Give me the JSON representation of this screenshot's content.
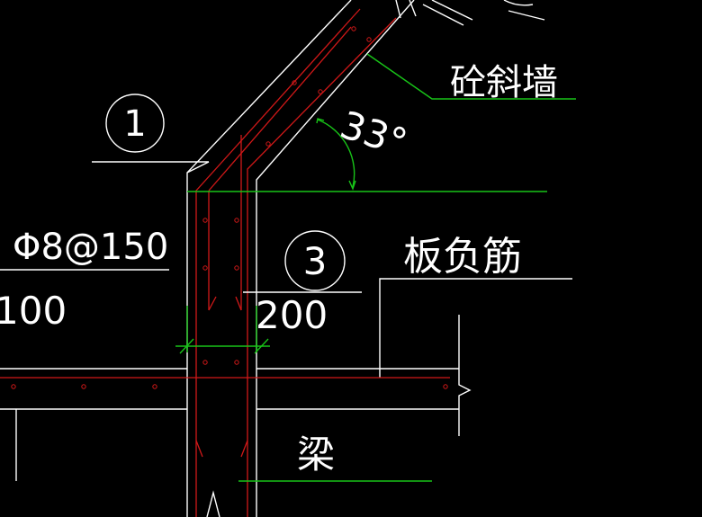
{
  "labels": {
    "slanted_wall": "砼斜墙",
    "angle": "33°",
    "callout_1": "1",
    "callout_3": "3",
    "slab_negative_rebar": "板负筋",
    "rebar_spec": "Φ8@150",
    "dim_100": "100",
    "dim_200": "200",
    "beam": "梁"
  },
  "colors": {
    "background": "#000000",
    "lines": "#ffffff",
    "leaders": "#18c418",
    "rebar": "#d01818"
  }
}
